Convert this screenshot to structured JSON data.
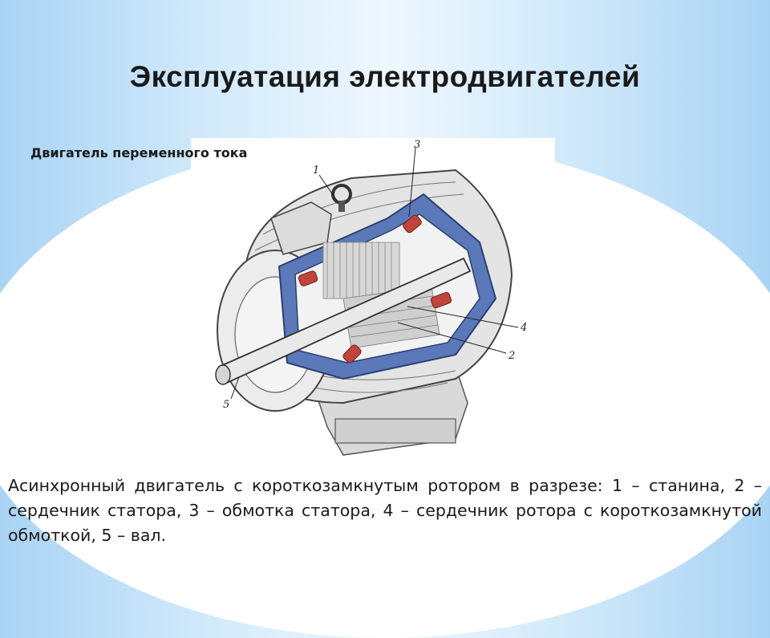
{
  "slide": {
    "title": "Эксплуатация электродвигателей",
    "subtitle": "Двигатель переменного тока",
    "caption": "Асинхронный двигатель с короткозамкнутым ротором в разрезе: 1 – станина, 2 – сердечник статора, 3 – обмотка статора, 4 – сердечник ротора с короткозамкнутой обмоткой, 5 – вал."
  },
  "figure": {
    "callouts": {
      "c1": "1",
      "c2": "2",
      "c3": "3",
      "c4": "4",
      "c5": "5"
    }
  },
  "colors": {
    "background_edge": "#a9d3f4",
    "background_center": "#eef7fe",
    "cutaway_blue": "#5b79b8",
    "coil_red": "#c0443c"
  }
}
